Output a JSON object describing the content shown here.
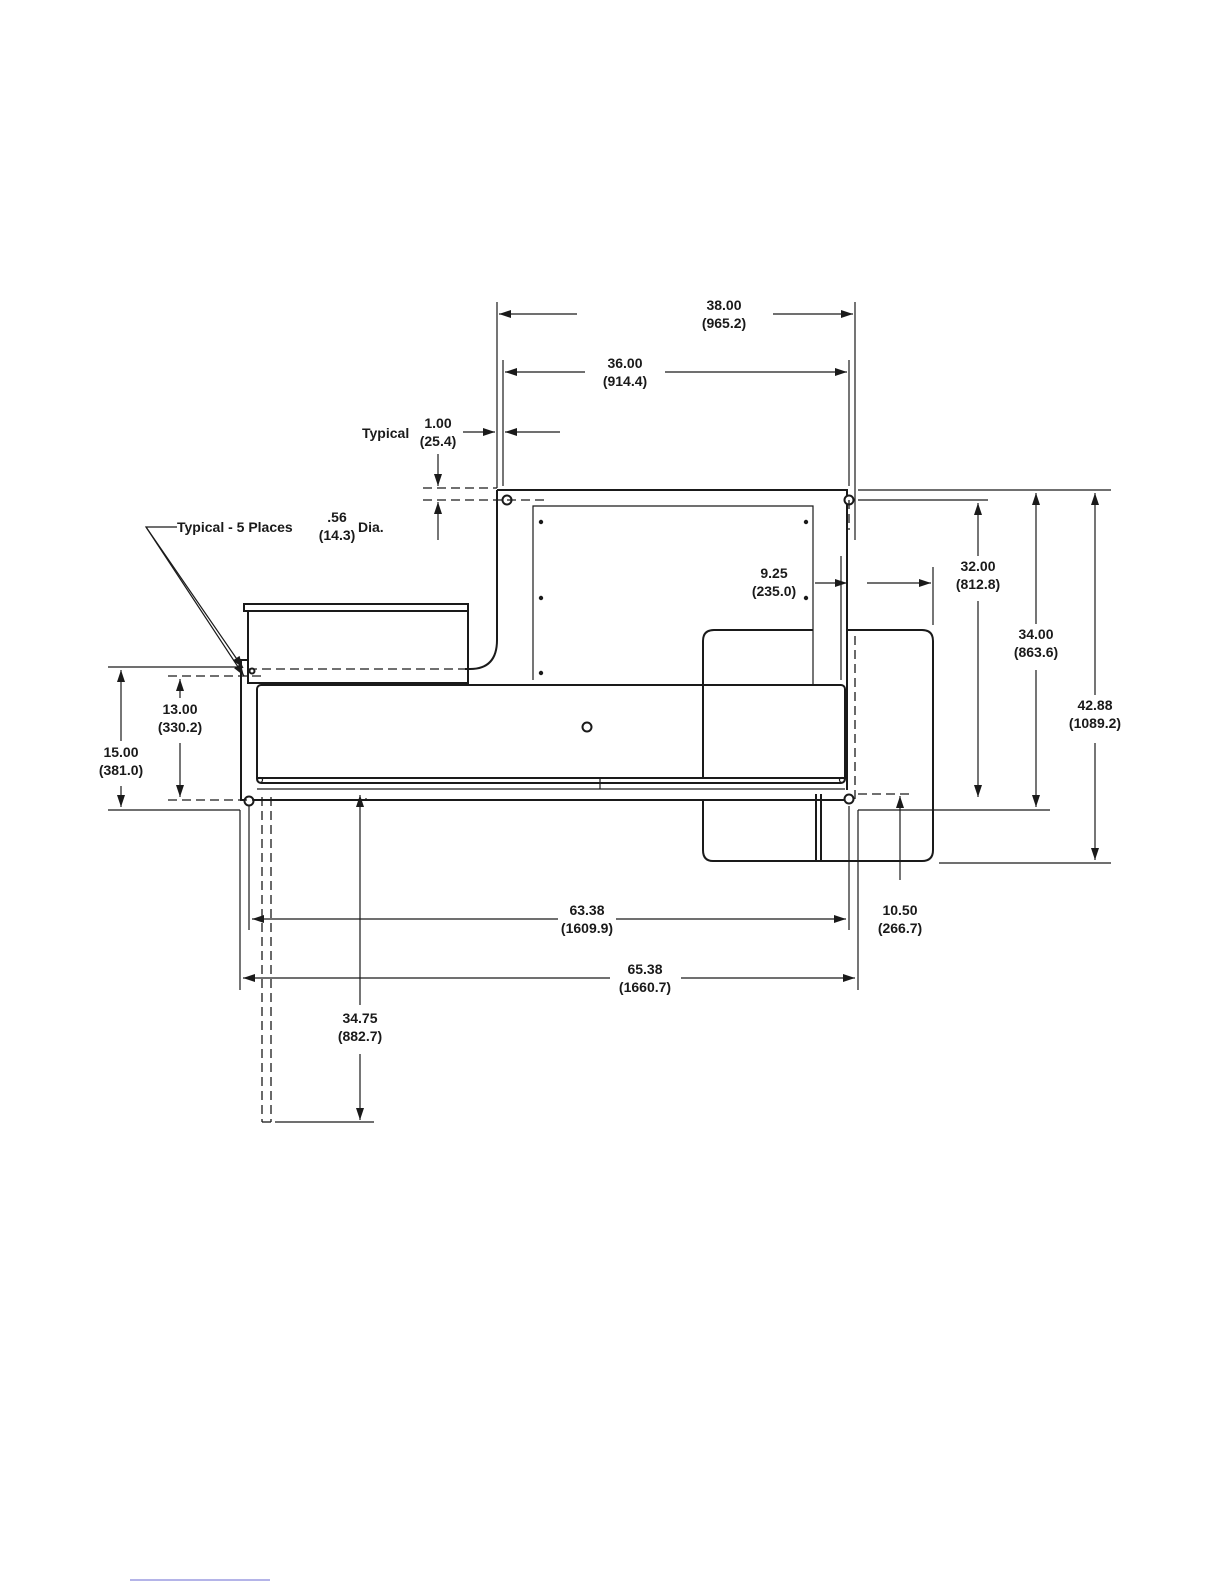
{
  "drawing": {
    "dimensions": {
      "d_38_00": {
        "primary": "38.00",
        "secondary": "(965.2)"
      },
      "d_36_00": {
        "primary": "36.00",
        "secondary": "(914.4)"
      },
      "d_1_00": {
        "prefix": "Typical",
        "primary": "1.00",
        "secondary": "(25.4)"
      },
      "d_hole": {
        "prefix": "Typical - 5 Places",
        "primary": ".56",
        "secondary": "(14.3)",
        "suffix": "Dia."
      },
      "d_9_25": {
        "primary": "9.25",
        "secondary": "(235.0)"
      },
      "d_32_00": {
        "primary": "32.00",
        "secondary": "(812.8)"
      },
      "d_34_00": {
        "primary": "34.00",
        "secondary": "(863.6)"
      },
      "d_42_88": {
        "primary": "42.88",
        "secondary": "(1089.2)"
      },
      "d_13_00": {
        "primary": "13.00",
        "secondary": "(330.2)"
      },
      "d_15_00": {
        "primary": "15.00",
        "secondary": "(381.0)"
      },
      "d_63_38": {
        "primary": "63.38",
        "secondary": "(1609.9)"
      },
      "d_65_38": {
        "primary": "65.38",
        "secondary": "(1660.7)"
      },
      "d_10_50": {
        "primary": "10.50",
        "secondary": "(266.7)"
      },
      "d_34_75": {
        "primary": "34.75",
        "secondary": "(882.7)"
      }
    }
  }
}
